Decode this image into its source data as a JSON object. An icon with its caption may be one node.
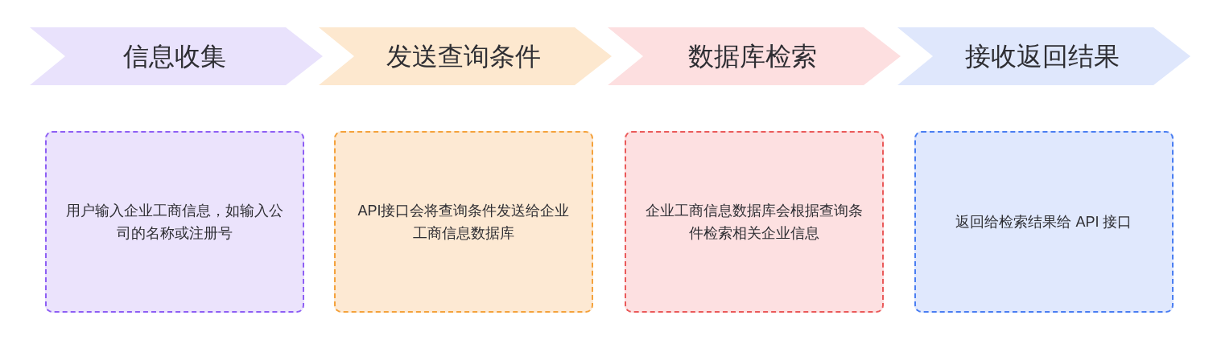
{
  "diagram": {
    "nodes": [
      {
        "text": [
          "信息收集"
        ]
      },
      {
        "text": [
          "发送查询条件"
        ]
      },
      {
        "text": [
          "数据库检索"
        ]
      },
      {
        "text": [
          "接收返回结果"
        ]
      },
      {
        "text": [
          "用户输入企业工商信息，如输入公司的名称或注册号"
        ]
      },
      {
        "text": [
          "API接口会将查询条件发送给企业工商信息数据库"
        ]
      },
      {
        "text": [
          "企业工商信息数据库会根据查询条件检索相关企业信息"
        ]
      },
      {
        "text": [
          "返回给检索结果给 API 接口"
        ]
      }
    ]
  }
}
